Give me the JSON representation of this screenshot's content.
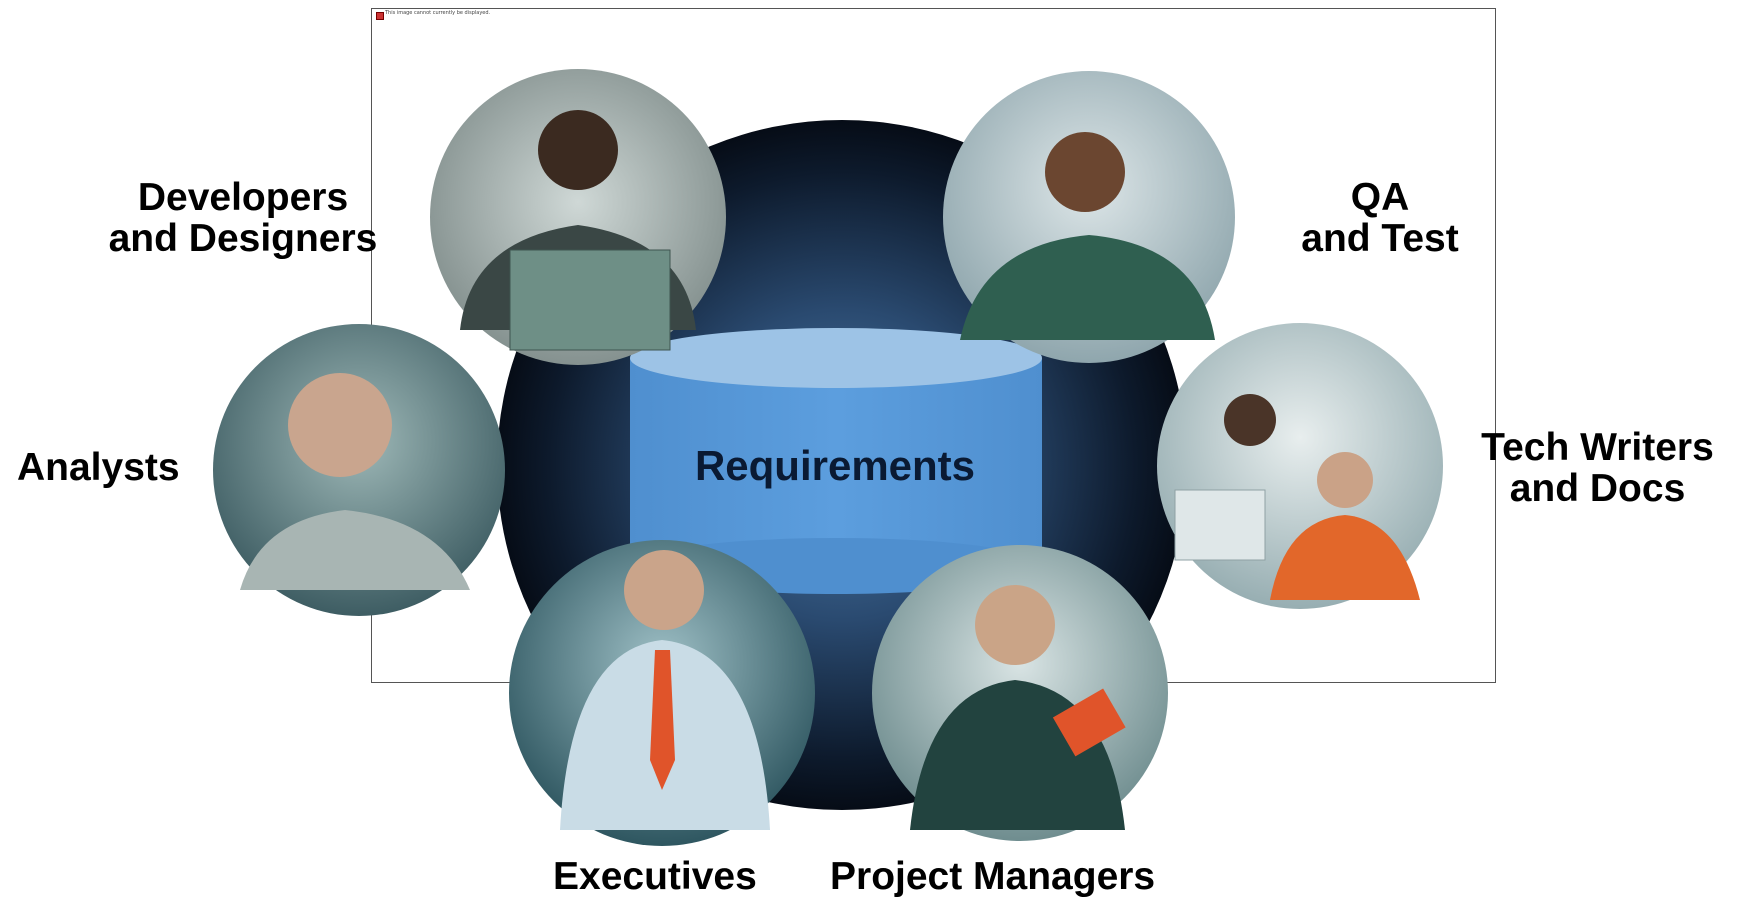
{
  "broken_image_text": "This image cannot currently be displayed.",
  "center": {
    "label": "Requirements",
    "color": "#5b9bd5"
  },
  "roles": {
    "developers": {
      "line1": "Developers",
      "line2": "and Designers"
    },
    "qa": {
      "line1": "QA",
      "line2": "and Test"
    },
    "analysts": {
      "line1": "Analysts"
    },
    "tech_writers": {
      "line1": "Tech Writers",
      "line2": "and Docs"
    },
    "executives": {
      "line1": "Executives"
    },
    "project_managers": {
      "line1": "Project Managers"
    }
  }
}
